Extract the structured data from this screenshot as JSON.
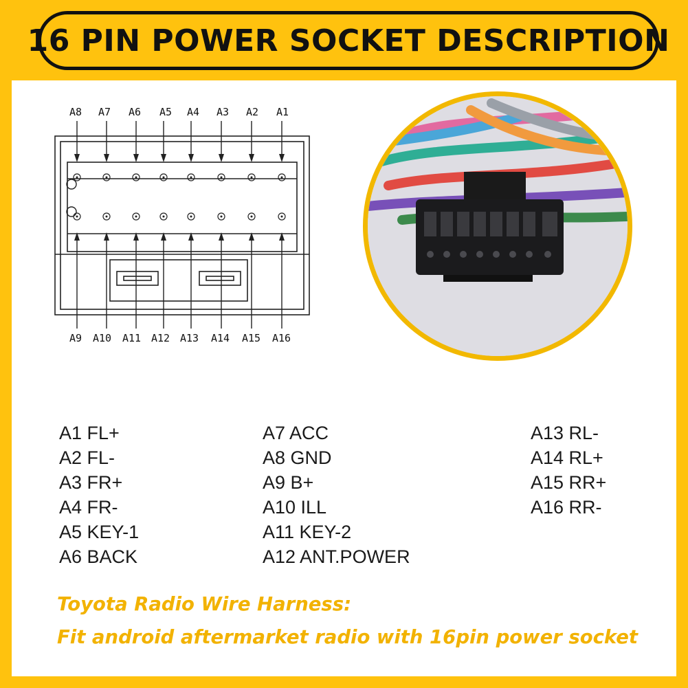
{
  "title": "16 PIN POWER SOCKET DESCRIPTION",
  "diagram": {
    "top_labels": [
      "A8",
      "A7",
      "A6",
      "A5",
      "A4",
      "A3",
      "A2",
      "A1"
    ],
    "bottom_labels": [
      "A9",
      "A10",
      "A11",
      "A12",
      "A13",
      "A14",
      "A15",
      "A16"
    ]
  },
  "photo": {
    "icon": "connector-photo"
  },
  "pins": {
    "col1": [
      "A1 FL+",
      "A2 FL-",
      "A3 FR+",
      "A4 FR-",
      "A5 KEY-1",
      "A6 BACK"
    ],
    "col2": [
      "A7 ACC",
      "A8 GND",
      "A9 B+",
      "A10 ILL",
      "A11 KEY-2",
      "A12 ANT.POWER"
    ],
    "col3": [
      "A13 RL-",
      "A14 RL+",
      "A15 RR+",
      "A16 RR-"
    ]
  },
  "notes": {
    "line1": "Toyota Radio Wire Harness:",
    "line2": "Fit android aftermarket radio with 16pin power socket"
  },
  "colors": {
    "accent": "#ffc20e",
    "note_text": "#f2b200",
    "ink": "#111111"
  }
}
